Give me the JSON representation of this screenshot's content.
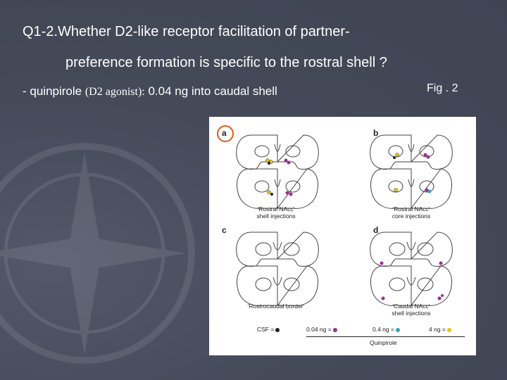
{
  "slide": {
    "title_prefix": "Q1-2.",
    "title_line1": "Whether D2-like receptor facilitation of partner-",
    "title_line2": "preference formation is specific to the rostral shell ?",
    "bullet_prefix": "- quinpirole",
    "bullet_serif": "(D2 agonist):",
    "bullet_suffix": " 0.04 ng into caudal shell",
    "fig_label": "Fig . 2"
  },
  "figure": {
    "panels": [
      {
        "letter": "a",
        "caption": [
          "'Rostral NAcc'",
          "shell injections"
        ]
      },
      {
        "letter": "b",
        "caption": [
          "'Rostral NAcc'",
          "core injections"
        ]
      },
      {
        "letter": "c",
        "caption": [
          "'Rostrocaudal border'"
        ]
      },
      {
        "letter": "d",
        "caption": [
          "'Caudal NAcc'",
          "shell injections"
        ]
      }
    ],
    "legend": {
      "csf": "CSF =",
      "dose1": "0.04 ng =",
      "dose2": "0.4 ng =",
      "dose3": "4 ng =",
      "drug": "Quinpirole"
    },
    "colors": {
      "csf": "#222222",
      "dose_004": "#9b2d8e",
      "dose_04": "#2fa3c8",
      "dose_4": "#e8c51a",
      "highlight": "#e05a1c"
    }
  }
}
